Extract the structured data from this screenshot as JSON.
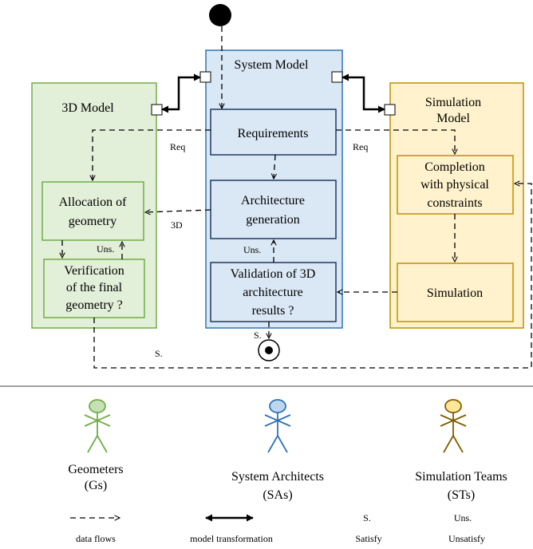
{
  "containers": {
    "model_3d": {
      "title": "3D Model",
      "fill": "#e2efd9",
      "stroke": "#70ad47"
    },
    "system_model": {
      "title": "System Model",
      "fill": "#dae8f5",
      "stroke": "#2e75b6"
    },
    "simulation_model": {
      "title_line1": "Simulation",
      "title_line2": "Model",
      "fill": "#fff2cc",
      "stroke": "#bf8f00"
    }
  },
  "boxes": {
    "allocation": {
      "line1": "Allocation of",
      "line2": "geometry"
    },
    "verification": {
      "line1": "Verification",
      "line2": "of the final",
      "line3": "geometry ?"
    },
    "requirements": {
      "label": "Requirements"
    },
    "architecture": {
      "line1": "Architecture",
      "line2": "generation"
    },
    "validation": {
      "line1": "Validation of  3D",
      "line2": "architecture",
      "line3": "results ?"
    },
    "completion": {
      "line1": "Completion",
      "line2": "with physical",
      "line3": "constraints"
    },
    "simulation": {
      "label": "Simulation"
    }
  },
  "edge_labels": {
    "req_left": "Req",
    "req_right": "Req",
    "three_d": "3D",
    "uns_left": "Uns.",
    "uns_mid": "Uns.",
    "s_mid": "S.",
    "s_bottom": "S."
  },
  "actors": [
    {
      "line1": "Geometers",
      "line2": "(Gs)",
      "color": "#70ad47",
      "fill": "#c5e0b4"
    },
    {
      "line1": "System Architects",
      "line2": "(SAs)",
      "color": "#2e75b6",
      "fill": "#bdd7ee"
    },
    {
      "line1": "Simulation Teams",
      "line2": "(STs)",
      "color": "#7f6000",
      "fill": "#ffe699"
    }
  ],
  "legend": {
    "data_flows": "data flows",
    "model_transformation": "model transformation",
    "satisfy_symbol": "S.",
    "satisfy": "Satisfy",
    "unsatisfy_symbol": "Uns.",
    "unsatisfy": "Unsatisfy"
  }
}
